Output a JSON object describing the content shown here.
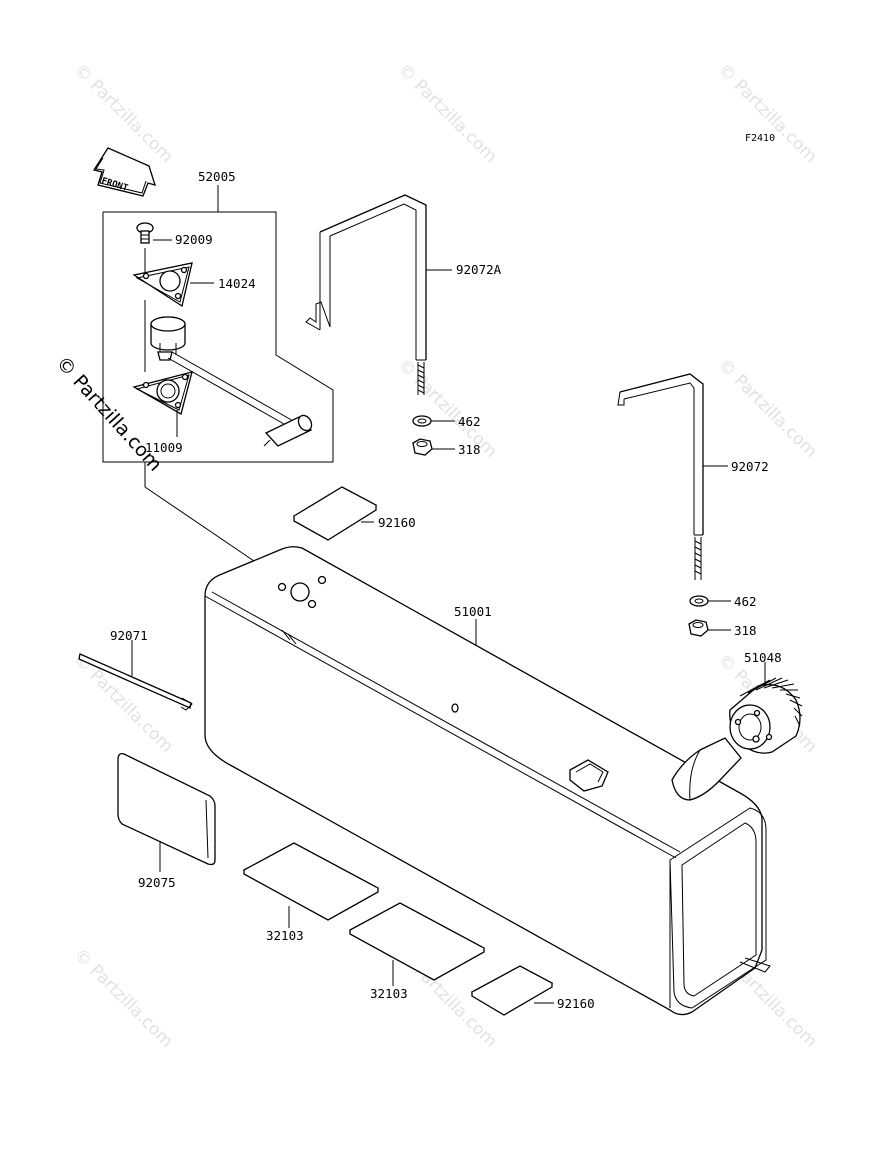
{
  "figure_code": "F2410",
  "front_label": "FRONT",
  "watermark_text": "© Partzilla.com",
  "watermark_main": "© Partzilla.com",
  "parts": {
    "sender_assembly": "52005",
    "bolt": "92009",
    "gasket": "14024",
    "plate": "11009",
    "band_a": "92072A",
    "band": "92072",
    "washer_a": "462",
    "nut_a": "318",
    "washer_b": "462",
    "nut_b": "318",
    "pad_top": "92160",
    "fuel_tank": "51001",
    "strap": "92071",
    "cap": "51048",
    "pad_side": "92075",
    "pad_bottom_1": "32103",
    "pad_bottom_2": "32103",
    "pad_bottom_3": "92160"
  },
  "colors": {
    "line": "#000000",
    "background": "#ffffff",
    "watermark": "#bdbdbd"
  }
}
